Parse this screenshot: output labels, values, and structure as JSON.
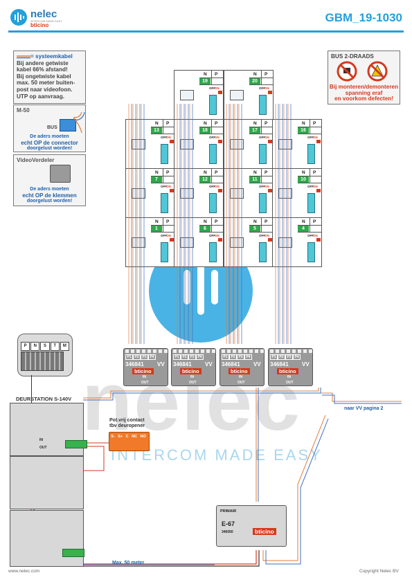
{
  "header": {
    "brand": "nelec",
    "brand_tagline": "INTERCOM MADE EASY",
    "bticino_logo": "bticino",
    "title": "GBM_19-1030"
  },
  "legend": {
    "cable_label": "= systeemkabel",
    "lines": [
      "Bij andere getwiste",
      "kabel 66% afstand!",
      "Bij ongetwiste kabel",
      "max. 50 meter buiten-",
      "post naar videofoon.",
      "UTP op aanvraag."
    ]
  },
  "m50": {
    "title": "M-50",
    "bus_label": "BUS",
    "note": [
      "De aders moeten",
      "echt OP de connector",
      "doorgelust worden!"
    ]
  },
  "videoverdeler": {
    "title": "VideoVerdeler",
    "note": [
      "De aders moeten",
      "echt OP de klemmen",
      "doorgelust worden!"
    ]
  },
  "warning": {
    "title": "BUS 2-DRAADS",
    "note": [
      "Bij monteren/demonteren",
      "spanning eraf",
      "en voorkom defecten!"
    ]
  },
  "apartment": {
    "n": "N",
    "p": "P",
    "off": "OFF",
    "on": "ON"
  },
  "apartments": [
    {
      "num": "19"
    },
    {
      "num": "20"
    },
    {
      "num": "13"
    },
    {
      "num": "18"
    },
    {
      "num": "17"
    },
    {
      "num": "16"
    },
    {
      "num": "7"
    },
    {
      "num": "12"
    },
    {
      "num": "11"
    },
    {
      "num": "10"
    },
    {
      "num": "1"
    },
    {
      "num": "6"
    },
    {
      "num": "5"
    },
    {
      "num": "4"
    }
  ],
  "distributors": [
    {
      "code": "346841",
      "vv": "VV",
      "ports": [
        "P1",
        "P2",
        "P3",
        "P4"
      ],
      "in": "IN",
      "out": "OUT"
    },
    {
      "code": "346841",
      "vv": "VV",
      "ports": [
        "P1",
        "P2",
        "P3",
        "P4"
      ],
      "in": "IN",
      "out": "OUT"
    },
    {
      "code": "346841",
      "vv": "VV",
      "ports": [
        "P1",
        "P2",
        "P3",
        "P4"
      ],
      "in": "IN",
      "out": "OUT"
    },
    {
      "code": "346841",
      "vv": "VV",
      "ports": [
        "P1",
        "P2",
        "P3",
        "P4"
      ],
      "in": "IN",
      "out": "OUT"
    }
  ],
  "door_station": {
    "title": "DEURSTATION S-140V",
    "terminals": [
      "P",
      "N",
      "S",
      "T",
      "M"
    ],
    "in": "IN",
    "out": "OUT"
  },
  "contact": {
    "title": [
      "Pot.vrij contact",
      "tbv deuropener"
    ],
    "terminals": [
      "S-",
      "S+",
      "C",
      "NC",
      "NO"
    ]
  },
  "power_supply": {
    "primair": "PRIMAIR",
    "model": "E-67",
    "code": "346050",
    "brand": "bticino"
  },
  "labels": {
    "naar_vv": "naar VV pagina 2",
    "max_50": "Max. 50 meter",
    "website": "www.nelec.com",
    "copyright": "Copyright Nelec BV"
  },
  "watermark": {
    "text": "nelec",
    "tagline": "INTERCOM MADE EASY"
  },
  "colors": {
    "brand_blue": "#23a0dc",
    "cable_orange": "#e07b39",
    "cable_blue": "#3a6fc4",
    "accent_red": "#d43a1b",
    "apartment_green": "#2ea84a"
  }
}
